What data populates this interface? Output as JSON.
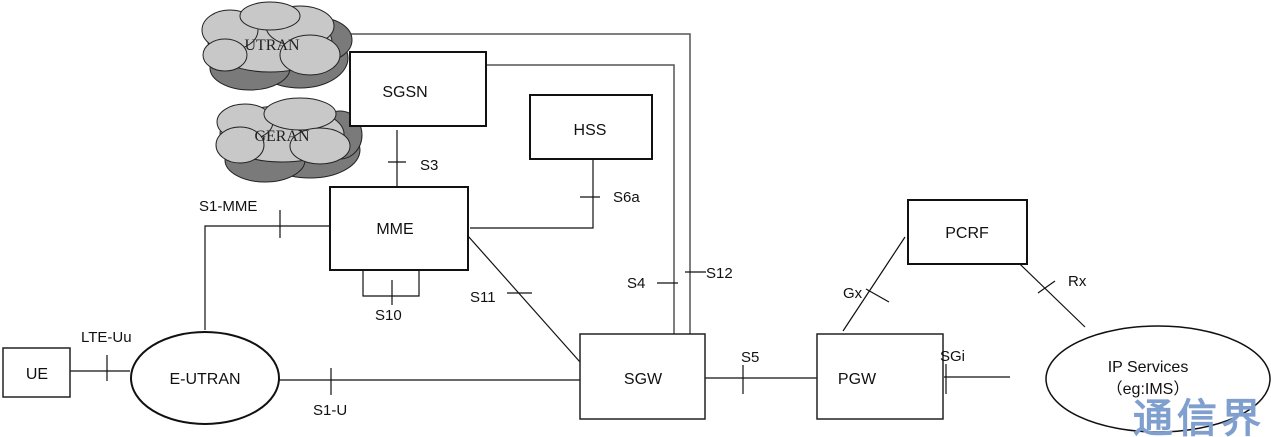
{
  "diagram": {
    "nodes": {
      "utran": "UTRAN",
      "geran": "GERAN",
      "sgsn": "SGSN",
      "hss": "HSS",
      "mme": "MME",
      "pcrf": "PCRF",
      "ue": "UE",
      "eutran": "E-UTRAN",
      "sgw": "SGW",
      "pgw": "PGW",
      "ip_services": "IP Services",
      "ip_services_sub": "（eg:IMS）"
    },
    "interfaces": {
      "s3": "S3",
      "s6a": "S6a",
      "s1_mme": "S1-MME",
      "s10": "S10",
      "s11": "S11",
      "s4": "S4",
      "s12": "S12",
      "lte_uu": "LTE-Uu",
      "s1_u": "S1-U",
      "s5": "S5",
      "gx": "Gx",
      "rx": "Rx",
      "sgi": "SGi"
    },
    "watermark": "通信界",
    "colors": {
      "cloud_fill": "#c8c8c8",
      "cloud_shadow": "#7a7a7a",
      "watermark": "#7f9fcf"
    }
  }
}
